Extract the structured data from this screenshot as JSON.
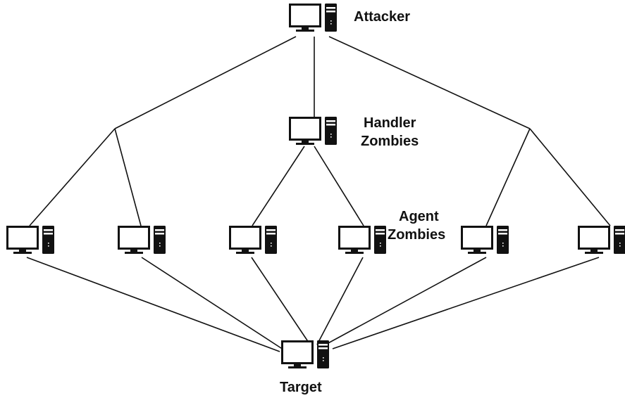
{
  "labels": {
    "attacker": "Attacker",
    "handler_line1": "Handler",
    "handler_line2": "Zombies",
    "agent_line1": "Agent",
    "agent_line2": "Zombies",
    "target": "Target"
  },
  "nodes": [
    {
      "id": "attacker",
      "role": "attacker",
      "icon": "computer-icon"
    },
    {
      "id": "handler",
      "role": "handler zombie",
      "icon": "computer-icon"
    },
    {
      "id": "agent-1",
      "role": "agent zombie",
      "icon": "computer-icon"
    },
    {
      "id": "agent-2",
      "role": "agent zombie",
      "icon": "computer-icon"
    },
    {
      "id": "agent-3",
      "role": "agent zombie",
      "icon": "computer-icon"
    },
    {
      "id": "agent-4",
      "role": "agent zombie",
      "icon": "computer-icon"
    },
    {
      "id": "agent-5",
      "role": "agent zombie",
      "icon": "computer-icon"
    },
    {
      "id": "agent-6",
      "role": "agent zombie",
      "icon": "computer-icon"
    },
    {
      "id": "target",
      "role": "target",
      "icon": "computer-icon"
    }
  ],
  "edges": [
    [
      "attacker",
      "agent-1"
    ],
    [
      "attacker",
      "agent-2"
    ],
    [
      "attacker",
      "handler"
    ],
    [
      "attacker",
      "agent-5"
    ],
    [
      "attacker",
      "agent-6"
    ],
    [
      "handler",
      "agent-3"
    ],
    [
      "handler",
      "agent-4"
    ],
    [
      "agent-1",
      "target"
    ],
    [
      "agent-2",
      "target"
    ],
    [
      "agent-3",
      "target"
    ],
    [
      "agent-4",
      "target"
    ],
    [
      "agent-5",
      "target"
    ],
    [
      "agent-6",
      "target"
    ]
  ],
  "colors": {
    "line": "#111111",
    "icon": "#111111",
    "background": "#ffffff"
  }
}
